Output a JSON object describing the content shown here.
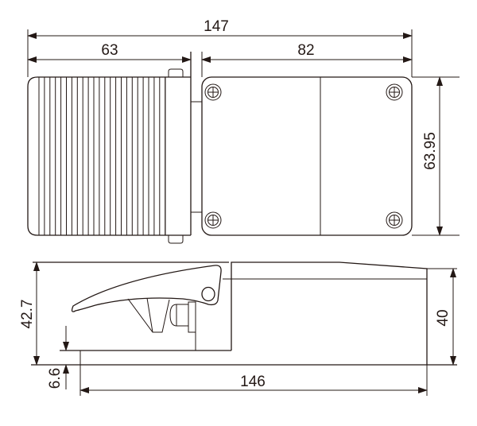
{
  "drawing": {
    "top_view": {
      "overall_length": "147",
      "pedal_length": "63",
      "body_length": "82",
      "width": "63.95"
    },
    "side_view": {
      "height": "42.7",
      "body_height": "40",
      "base_offset": "6.6",
      "base_length": "146"
    },
    "line_color": "#231815"
  }
}
